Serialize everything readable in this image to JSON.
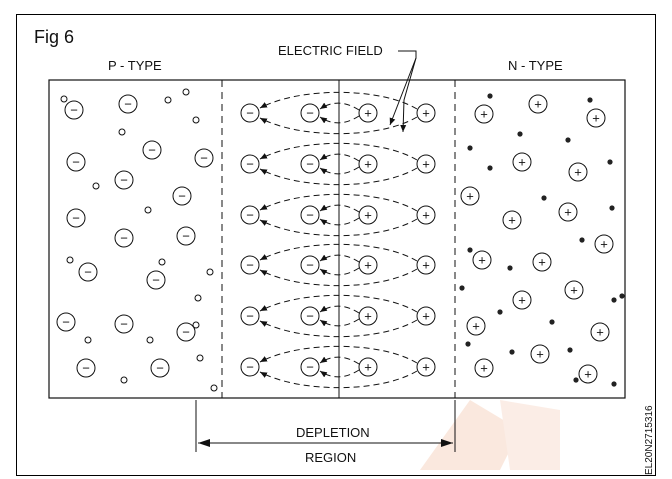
{
  "figure": {
    "fig_label": "Fig 6",
    "p_type_label": "P - TYPE",
    "n_type_label": "N - TYPE",
    "field_label": "ELECTRIC FIELD",
    "depletion_line1": "DEPLETION",
    "depletion_line2": "REGION",
    "code": "EL20N2715316",
    "ion_negative_symbol": "−",
    "ion_positive_symbol": "+",
    "colors": {
      "ink": "#111111",
      "watermark": "#f7d6c4"
    }
  }
}
